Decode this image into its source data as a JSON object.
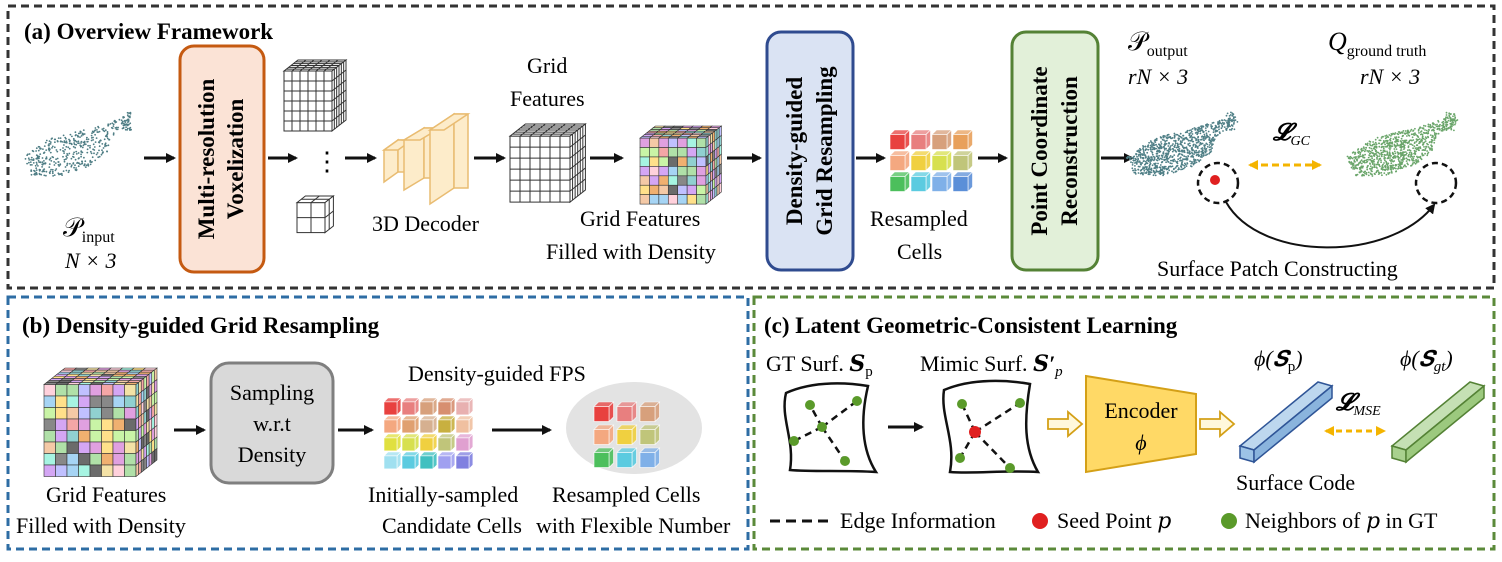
{
  "panel_a": {
    "title": "(a) Overview Framework",
    "p_input": "𝒫",
    "p_input_sub": "input",
    "p_input_dim": "N × 3",
    "voxelization": [
      "Multi-resolution",
      "Voxelization"
    ],
    "ellipsis": "⋮",
    "decoder_label": "3D Decoder",
    "grid_features": [
      "Grid",
      "Features"
    ],
    "grid_density": [
      "Grid Features",
      "Filled with Density"
    ],
    "resampling": [
      "Density-guided",
      "Grid Resampling"
    ],
    "resampled": [
      "Resampled",
      "Cells"
    ],
    "reconstruction": [
      "Point Coordinate",
      "Reconstruction"
    ],
    "p_output": "𝒫",
    "p_output_sub": "output",
    "p_output_dim": "rN × 3",
    "q_gt": "Q",
    "q_gt_sub": "ground truth",
    "q_gt_dim": "rN × 3",
    "loss_gc": "𝓛",
    "loss_gc_sub": "GC",
    "surface_patch": "Surface Patch Constructing"
  },
  "panel_b": {
    "title": "(b) Density-guided Grid Resampling",
    "grid_density": [
      "Grid Features",
      "Filled with Density"
    ],
    "sampling": [
      "Sampling",
      "w.r.t",
      "Density"
    ],
    "fps": "Density-guided FPS",
    "initial": [
      "Initially-sampled",
      "Candidate Cells"
    ],
    "resampled": [
      "Resampled Cells",
      "with Flexible Number"
    ]
  },
  "panel_c": {
    "title": "(c) Latent Geometric-Consistent Learning",
    "gt_surf": "GT Surf. ",
    "gt_surf_sym": "𝑺",
    "gt_surf_sub": "p",
    "mimic_surf": "Mimic Surf. ",
    "mimic_surf_sym": "𝑺′",
    "mimic_surf_sub": "p",
    "encoder": [
      "Encoder",
      "ϕ"
    ],
    "phi_sp": "ϕ(𝑺",
    "phi_sp_sub": "p",
    "phi_sgt": "ϕ(𝑺",
    "phi_sgt_sub": "gt",
    "close_paren": ")",
    "loss_mse": "𝓛",
    "loss_mse_sub": "MSE",
    "surface_code": "Surface Code",
    "legend_edge": "Edge Information",
    "legend_seed": "Seed Point 𝑝",
    "legend_neighbors": "Neighbors of 𝑝 in GT"
  },
  "colors": {
    "panel_a_border": "#333333",
    "panel_b_border": "#2e6da4",
    "panel_c_border": "#5b8a3a",
    "voxel_box_fill": "#fbe3d6",
    "voxel_box_stroke": "#c55a11",
    "resample_box_fill": "#dae3f3",
    "resample_box_stroke": "#2f4b8f",
    "recon_box_fill": "#e2f0d9",
    "recon_box_stroke": "#548235",
    "sampling_box_fill": "#d9d9d9",
    "encoder_fill": "#ffd966",
    "loss_arrow": "#f4b400",
    "output_cloud": "#4f7f86",
    "gt_cloud": "#6aa56a",
    "seed": "#e02020",
    "neighbor": "#5a9a2a"
  }
}
